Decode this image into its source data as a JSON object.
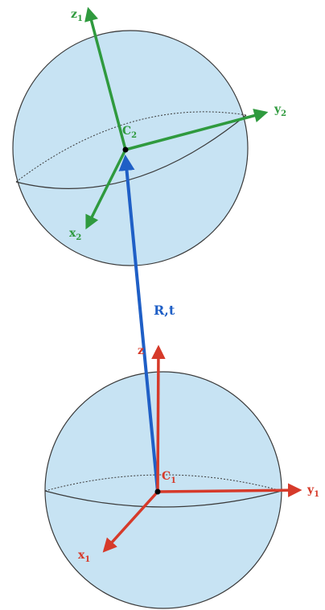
{
  "frames": {
    "upper": {
      "x": "x",
      "x_sub": "2",
      "y": "y",
      "y_sub": "2",
      "z": "z",
      "z_sub": "1",
      "center": "C",
      "center_sub": "2"
    },
    "lower": {
      "x": "x",
      "x_sub": "1",
      "y": "y",
      "y_sub": "1",
      "z": "z",
      "center": "C",
      "center_sub": "1"
    }
  },
  "transform_label": "R,t",
  "colors": {
    "sphere_fill": "#c7e3f3",
    "sphere_stroke": "#3a3a3a",
    "upper_axes": "#2f9a3e",
    "lower_axes": "#d63a2a",
    "transform_arrow": "#1f5fc6"
  }
}
